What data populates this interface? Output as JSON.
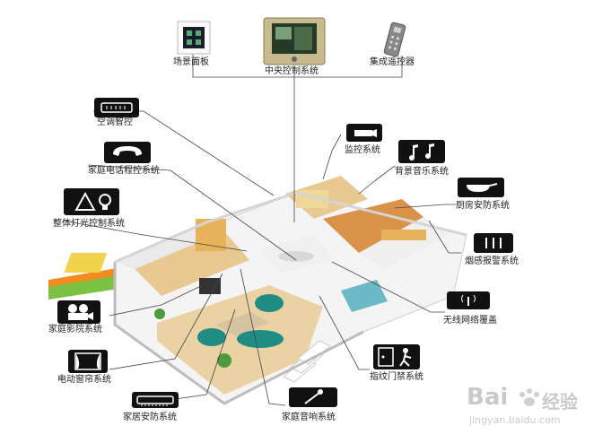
{
  "labels": {
    "scene_panel": "场景面板",
    "central_control": "中央控制系统",
    "remote_control": "集成遥控器",
    "ac_control": "空调智控",
    "phone_control": "家庭电话程控系统",
    "lighting_control": "整体灯光控制系统",
    "home_theater": "家庭影院系统",
    "curtain_control": "电动窗帘系统",
    "home_security": "家居安防系统",
    "audio_system": "家庭音响系统",
    "access_control": "指纹门禁系统",
    "wireless_network": "无线网络覆盖",
    "smoke_alarm": "烟感报警系统",
    "kitchen_security": "厨房安防系统",
    "bgm_system": "背景音乐系统",
    "monitor_system": "监控系统"
  },
  "watermark": {
    "brand": "Bai",
    "brand_cn": "经验",
    "url": "jingyan.baidu.com"
  },
  "colors": {
    "icon_bg": "#111111",
    "line": "#444444",
    "floor": "#e8c992",
    "wall": "#f2f2f2",
    "sofa": "#1f8d84",
    "bed": "#f3d24b",
    "stripe_green": "#7cc242",
    "stripe_orange": "#f28c1e"
  }
}
